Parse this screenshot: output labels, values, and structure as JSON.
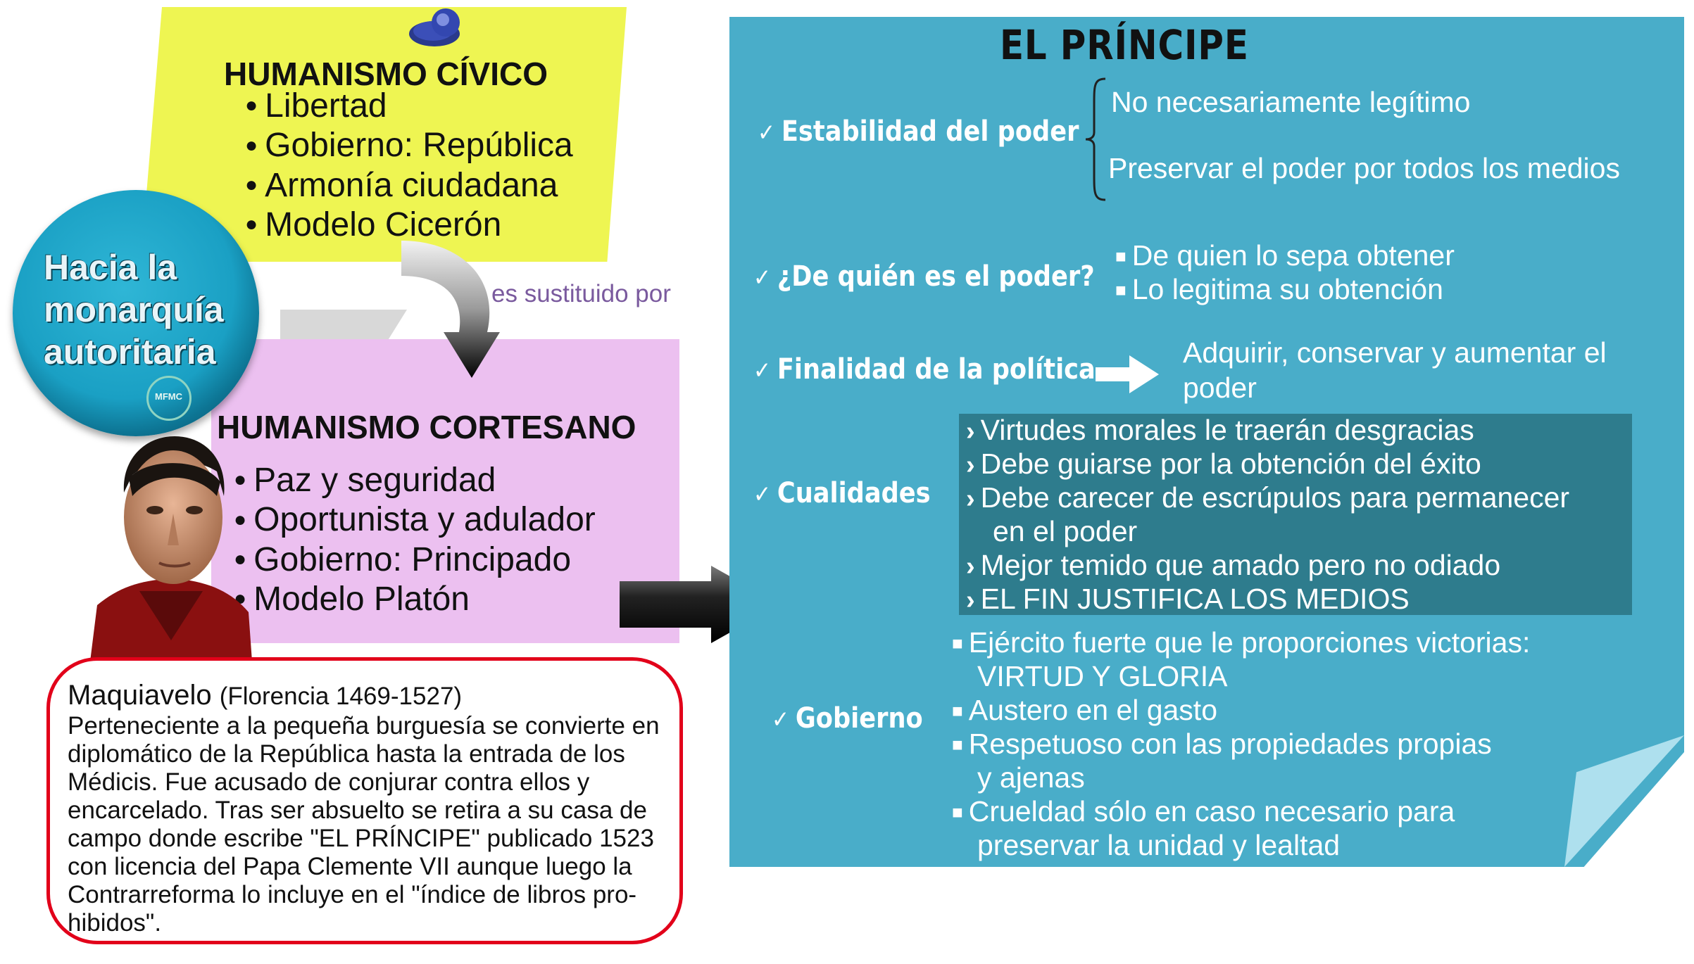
{
  "civic": {
    "title": "HUMANISMO CÍVICO",
    "items": [
      "Libertad",
      "Gobierno: República",
      "Armonía ciudadana",
      "Modelo Cicerón"
    ]
  },
  "connector": {
    "label": "es sustituido por"
  },
  "badge": {
    "line1": "Hacia la",
    "line2": "monarquía",
    "line3": "autoritaria",
    "logo_text": "MFMC"
  },
  "court": {
    "title": "HUMANISMO CORTESANO",
    "items": [
      "Paz y seguridad",
      "Oportunista y adulador",
      "Gobierno: Principado",
      "Modelo Platón"
    ]
  },
  "bio": {
    "name": "Maquiavelo",
    "dates": "(Florencia 1469-1527)",
    "text": "Perteneciente a la pequeña burguesía se convierte en diplomático de la República hasta la entrada de los Médicis. Fue acusado de conjurar contra ellos y encarcelado. Tras ser absuelto se retira a su casa de campo donde escribe \"EL PRÍNCIPE\" publicado 1523 con licencia del Papa Clemente VII aunque luego la Contrarreforma lo incluye en el \"índice de libros pro-hibidos\"."
  },
  "principe": {
    "title": "EL PRÍNCIPE",
    "check": "✓",
    "stability": {
      "label": "Estabilidad del poder",
      "items": [
        "No  necesariamente legítimo",
        "Preservar el poder por todos los medios"
      ]
    },
    "whose": {
      "label": "¿De quién es el poder?",
      "items": [
        "De quien lo sepa obtener",
        "Lo legitima su obtención"
      ]
    },
    "purpose": {
      "label": "Finalidad de la política",
      "line1": "Adquirir, conservar y aumentar el",
      "line2": "poder"
    },
    "qualities": {
      "label": "Cualidades",
      "items": [
        "Virtudes morales le traerán desgracias",
        "Debe guiarse por la obtención del éxito",
        "Debe carecer de escrúpulos para permanecer",
        "en el poder",
        "Mejor temido que amado pero no odiado",
        "EL FIN JUSTIFICA LOS MEDIOS"
      ]
    },
    "government": {
      "label": "Gobierno",
      "lines": [
        "Ejército fuerte que le proporciones victorias:",
        "VIRTUD Y GLORIA",
        "Austero en el gasto",
        "Respetuoso con las propiedades propias",
        "y ajenas",
        "Crueldad sólo en caso necesario para",
        "preservar la unidad y lealtad"
      ]
    }
  },
  "colors": {
    "civic_bg": "#eef552",
    "court_bg": "#ecc0f0",
    "panel_bg": "#49adc9",
    "qualities_bg": "#2e7c8d",
    "bio_border": "#e2001a",
    "connector_text": "#7a5a9e"
  }
}
